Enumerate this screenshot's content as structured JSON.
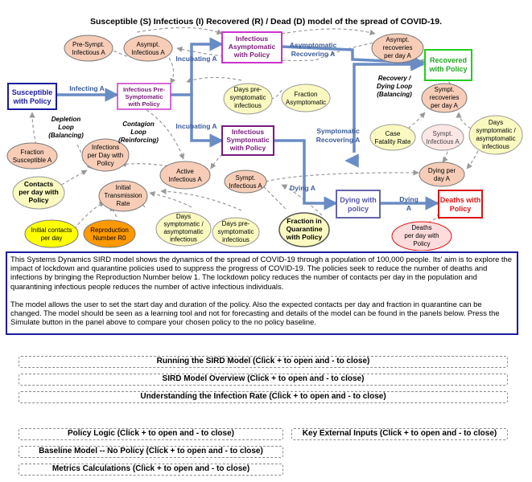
{
  "title": "Susceptible (S) Infectious (I) Recovered (R) / Dead (D) model of the spread of COVID-19.",
  "nodes": {
    "susceptible": [
      "Susceptible",
      "with Policy"
    ],
    "infectious_presymptomatic": [
      "Infectious Pre-",
      "Symptomatic",
      "with Policy"
    ],
    "infectious_asymptomatic": [
      "Infectious",
      "Asymptomatic",
      "with Policy"
    ],
    "infectious_symptomatic": [
      "Infectious",
      "Symptomatic",
      "with Policy"
    ],
    "recovered": [
      "Recovered",
      "with Policy"
    ],
    "dying": [
      "Dying with",
      "policy"
    ],
    "deaths": [
      "Deaths with",
      "Policy"
    ],
    "presympt_infectious_a": [
      "Pre-Sympt.",
      "Infectious A"
    ],
    "asympt_infectious_a": [
      "Asympt.",
      "Infectious A"
    ],
    "asympt_recoveries": [
      "Asympt.",
      "recoveries",
      "per day A"
    ],
    "days_presymptomatic_infectious": [
      "Days pre-",
      "symptomatic",
      "infectious"
    ],
    "fraction_asymptomatic": [
      "Fraction",
      "Asymptomatic"
    ],
    "sympt_recoveries": [
      "Sympt.",
      "recoveries",
      "per day A"
    ],
    "case_fatality_rate": [
      "Case",
      "Fatality Rate"
    ],
    "sympt_infectious_a": [
      "Sympt.",
      "Infectious A"
    ],
    "days_symptomatic_asymptomatic_infectious": [
      "Days",
      "symptomatic /",
      "asymptomatic",
      "infectious"
    ],
    "fraction_susceptible": [
      "Fraction",
      "Susceptible A"
    ],
    "infections_per_day": [
      "Infections",
      "per Day with",
      "Policy"
    ],
    "active_infectious": [
      "Active",
      "Infectious A"
    ],
    "sympt_infectious_a2": [
      "Sympt.",
      "Infectious A"
    ],
    "dying_per_day": [
      "Dying per",
      "day A"
    ],
    "contacts_per_day": [
      "Contacts",
      "per day with",
      "Policy"
    ],
    "initial_transmission_rate": [
      "Initial",
      "Transmission",
      "Rate"
    ],
    "days_sympt_asympt_2": [
      "Days",
      "symptomatic /",
      "asymptomatic",
      "infectious"
    ],
    "days_presympt_2": [
      "Days pre-",
      "symptomatic",
      "infectious"
    ],
    "fraction_quarantine": [
      "Fraction in",
      "Quarantine",
      "with Policy"
    ],
    "initial_contacts": [
      "Initial contacts",
      "per day"
    ],
    "reproduction_number": [
      "Reproduction",
      "Number R0"
    ],
    "deaths_per_day": [
      "Deaths",
      "per day with",
      "Policy"
    ]
  },
  "flows": {
    "infecting": "Infecting A",
    "incubating_top": "Incubating A",
    "incubating_bottom": "Incubating A",
    "asymptomatic_recovering": [
      "Asymptomatic",
      "Recovering A"
    ],
    "symptomatic_recovering": [
      "Symptomatic",
      "Recovering A"
    ],
    "dying_a": "Dying A",
    "dying_a2": [
      "Dying",
      "A"
    ]
  },
  "loops": {
    "depletion": [
      "Depletion",
      "Loop",
      "(Balancing)"
    ],
    "contagion": [
      "Contagion",
      "Loop",
      "(Reinforcing)"
    ],
    "recovery": [
      "Recovery /",
      "Dying Loop",
      "(Balancing)"
    ]
  },
  "description": [
    "This Systems Dynamics SIRD model shows the dynamics of the spread of COVID-19 through a population of 100,000 people. Its' aim is to explore the impact of lockdown and quarantine policies used to suppress the progress of COVID-19. The policies seek to reduce the number of deaths and infections by bringing the Reproduction Number below 1. The lockdown policy reduces the number of contacts per day in the population and quarantining infectious people reduces the number of active infectious individuals.",
    "The model allows the user to set the start day and duration of the policy. Also the expected contacts per day and fraction in quarantine can be changed. The model should be seen as a learning tool and not for forecasting and details of the model can be found in the panels below. Press the Simulate button in the panel above to compare your chosen policy to the no policy baseline."
  ],
  "panels": {
    "running": "Running the SIRD Model (Click + to open and - to close)",
    "overview": "SIRD Model Overview (Click + to open and - to close)",
    "infection_rate": "Understanding the Infection Rate (Click + to open and - to close)",
    "policy_logic": "Policy Logic (Click + to open and - to close)",
    "key_inputs": "Key External Inputs (Click + to open and - to close)",
    "baseline": "Baseline Model -- No Policy (Click + to open and - to close)",
    "metrics": "Metrics Calculations (Click + to open and - to close)"
  },
  "colors": {
    "flow": "#6a8cc4",
    "stock_susceptible": "#1a1aa0",
    "stock_infectious": "#cc33cc",
    "stock_symptomatic": "#7a1a7a",
    "stock_recovered": "#22cc22",
    "stock_dying": "#6666aa",
    "stock_deaths": "#dd1111",
    "aux_salmon": "#f7cdb7",
    "aux_yellow": "#fafac0",
    "input_yellow": "#ffff00",
    "input_orange": "#ff9900",
    "deaths_pink": "#ffdcdc",
    "sympt_pink": "#fde6e6"
  }
}
